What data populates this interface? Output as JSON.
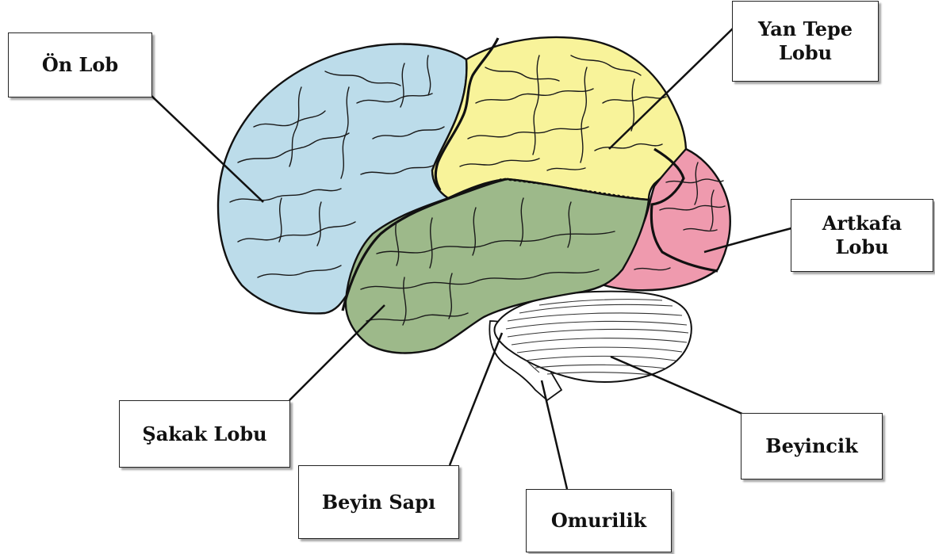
{
  "labels": {
    "frontal": "Ön Lob",
    "parietal_line1": "Yan Tepe",
    "parietal_line2": "Lobu",
    "occipital_line1": "Artkafa",
    "occipital_line2": "Lobu",
    "temporal": "Şakak Lobu",
    "brainstem": "Beyin Sapı",
    "spinal_cord": "Omurilik",
    "cerebellum": "Beyincik"
  },
  "colors": {
    "frontal": "#bcdcea",
    "parietal": "#f8f39a",
    "occipital": "#ef9aae",
    "temporal": "#9db98a",
    "cerebellum": "#ffffff",
    "outline": "#111111"
  }
}
